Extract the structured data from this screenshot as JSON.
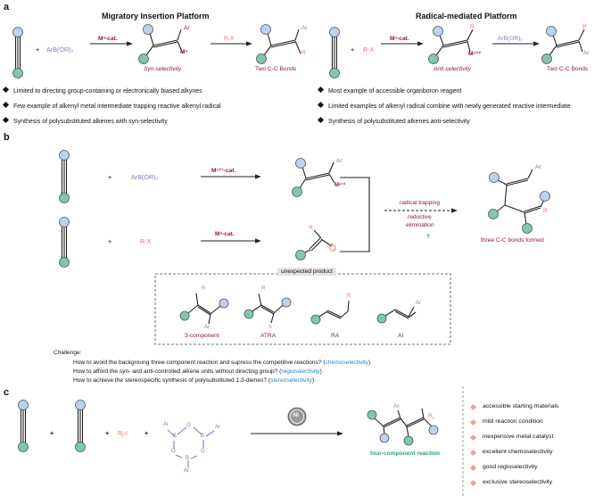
{
  "panel_a": {
    "label": "a",
    "left": {
      "title": "Migratory Insertion Platform",
      "plus": "+",
      "reagent": "ArB(OR)₂",
      "arrow1": "Mⁿ-cat.",
      "ar": "Ar",
      "metal": "Mⁿ",
      "selectivity": "Syn-selectivity",
      "arrow2": "R-X",
      "r": "R",
      "product": "Two C-C Bonds",
      "bullets": [
        "Limited to directing group-containing or electronically biased alkynes",
        "Few example of alkenyl metal intermediate trapping reactive alkenyl radical",
        "Synthesis of polysubstituted alkenes with syn-selectivity"
      ]
    },
    "right": {
      "title": "Radical-mediated Platform",
      "plus": "+",
      "reagent": "R-X",
      "arrow1": "Mⁿ-cat.",
      "r": "R",
      "metal": "Mⁿ⁺²",
      "selectivity": "Anti-selectivity",
      "arrow2": "ArB(OR)₂",
      "ar": "Ar",
      "product": "Two C-C Bonds",
      "bullets": [
        "Most example of accessible organboron reagent",
        "Limited examples of alkenyl radical combine with newly generated reactive intermediate",
        "Synthesis of polysubstituted alkenes anti-selectivity"
      ]
    }
  },
  "panel_b": {
    "label": "b",
    "plus1": "+",
    "reagent1": "ArB(OR)₂",
    "arrow1": "Mⁿ⁺¹-cat.",
    "int1_ar": "Ar",
    "int1_metal": "Mⁿ⁺¹",
    "plus2": "+",
    "reagent2": "R-X",
    "arrow2": "Mⁿ-cat.",
    "int2_r": "R",
    "int2_radical": "•",
    "merge_line1": "radical trapping",
    "merge_line2": "reductive",
    "merge_line3": "elimination",
    "merge_q": "?",
    "prod_ar": "Ar",
    "prod_r": "R",
    "product": "three C-C bonds formed",
    "unexpected_title": "unexpected product",
    "unexpected": [
      {
        "name": "3-component",
        "top": "R",
        "bottom": "Ar"
      },
      {
        "name": "ATRA",
        "top": "R",
        "bottom": "X"
      },
      {
        "name": "RA",
        "top": "R",
        "bottom": ""
      },
      {
        "name": "AI",
        "top": "",
        "bottom": "Ar"
      }
    ],
    "challenge_title": "Challenge:",
    "challenges": [
      {
        "text": "How to avoid the backgroung three-component reaction and supress the competitive reactions? (",
        "key": "chemoselectivity",
        "end": ")"
      },
      {
        "text": "How to afford the syn- and anti-controlled alkene units without directing group? (",
        "key": "regioselectivity",
        "end": ")"
      },
      {
        "text": "How to achieve the stereospecific synthesis of polysubstituted 1,3-dienes? (",
        "key": "stereoselectivity",
        "end": ")"
      }
    ]
  },
  "panel_c": {
    "label": "c",
    "plus1": "+",
    "plus2": "+",
    "plus3": "+",
    "rfi": "R",
    "rfi_sub": "f",
    "rfi_end": "-I",
    "boroxine_ar": "Ar",
    "boroxine_b": "B",
    "boroxine_o": "O",
    "catalyst": "Ni",
    "prod_ar": "Ar",
    "prod_rf": "R",
    "prod_rf_sub": "f",
    "product": "four-component reaction",
    "features": [
      "accessible starting materials",
      "mild reaction condition",
      "inexpensive metal catalyst",
      "excellent chemoselectivity",
      "good regioselectivity",
      "exclusive stereoselectivity"
    ]
  },
  "colors": {
    "blue_ball": "#bcd3ef",
    "green_ball": "#7fc7ad",
    "purple": "#8e74b9",
    "red": "#ea6f6a",
    "dark_red": "#8b1a3e",
    "link_blue": "#2a84c8",
    "green_text": "#2f9e80",
    "diamond": "#e9a39a"
  }
}
